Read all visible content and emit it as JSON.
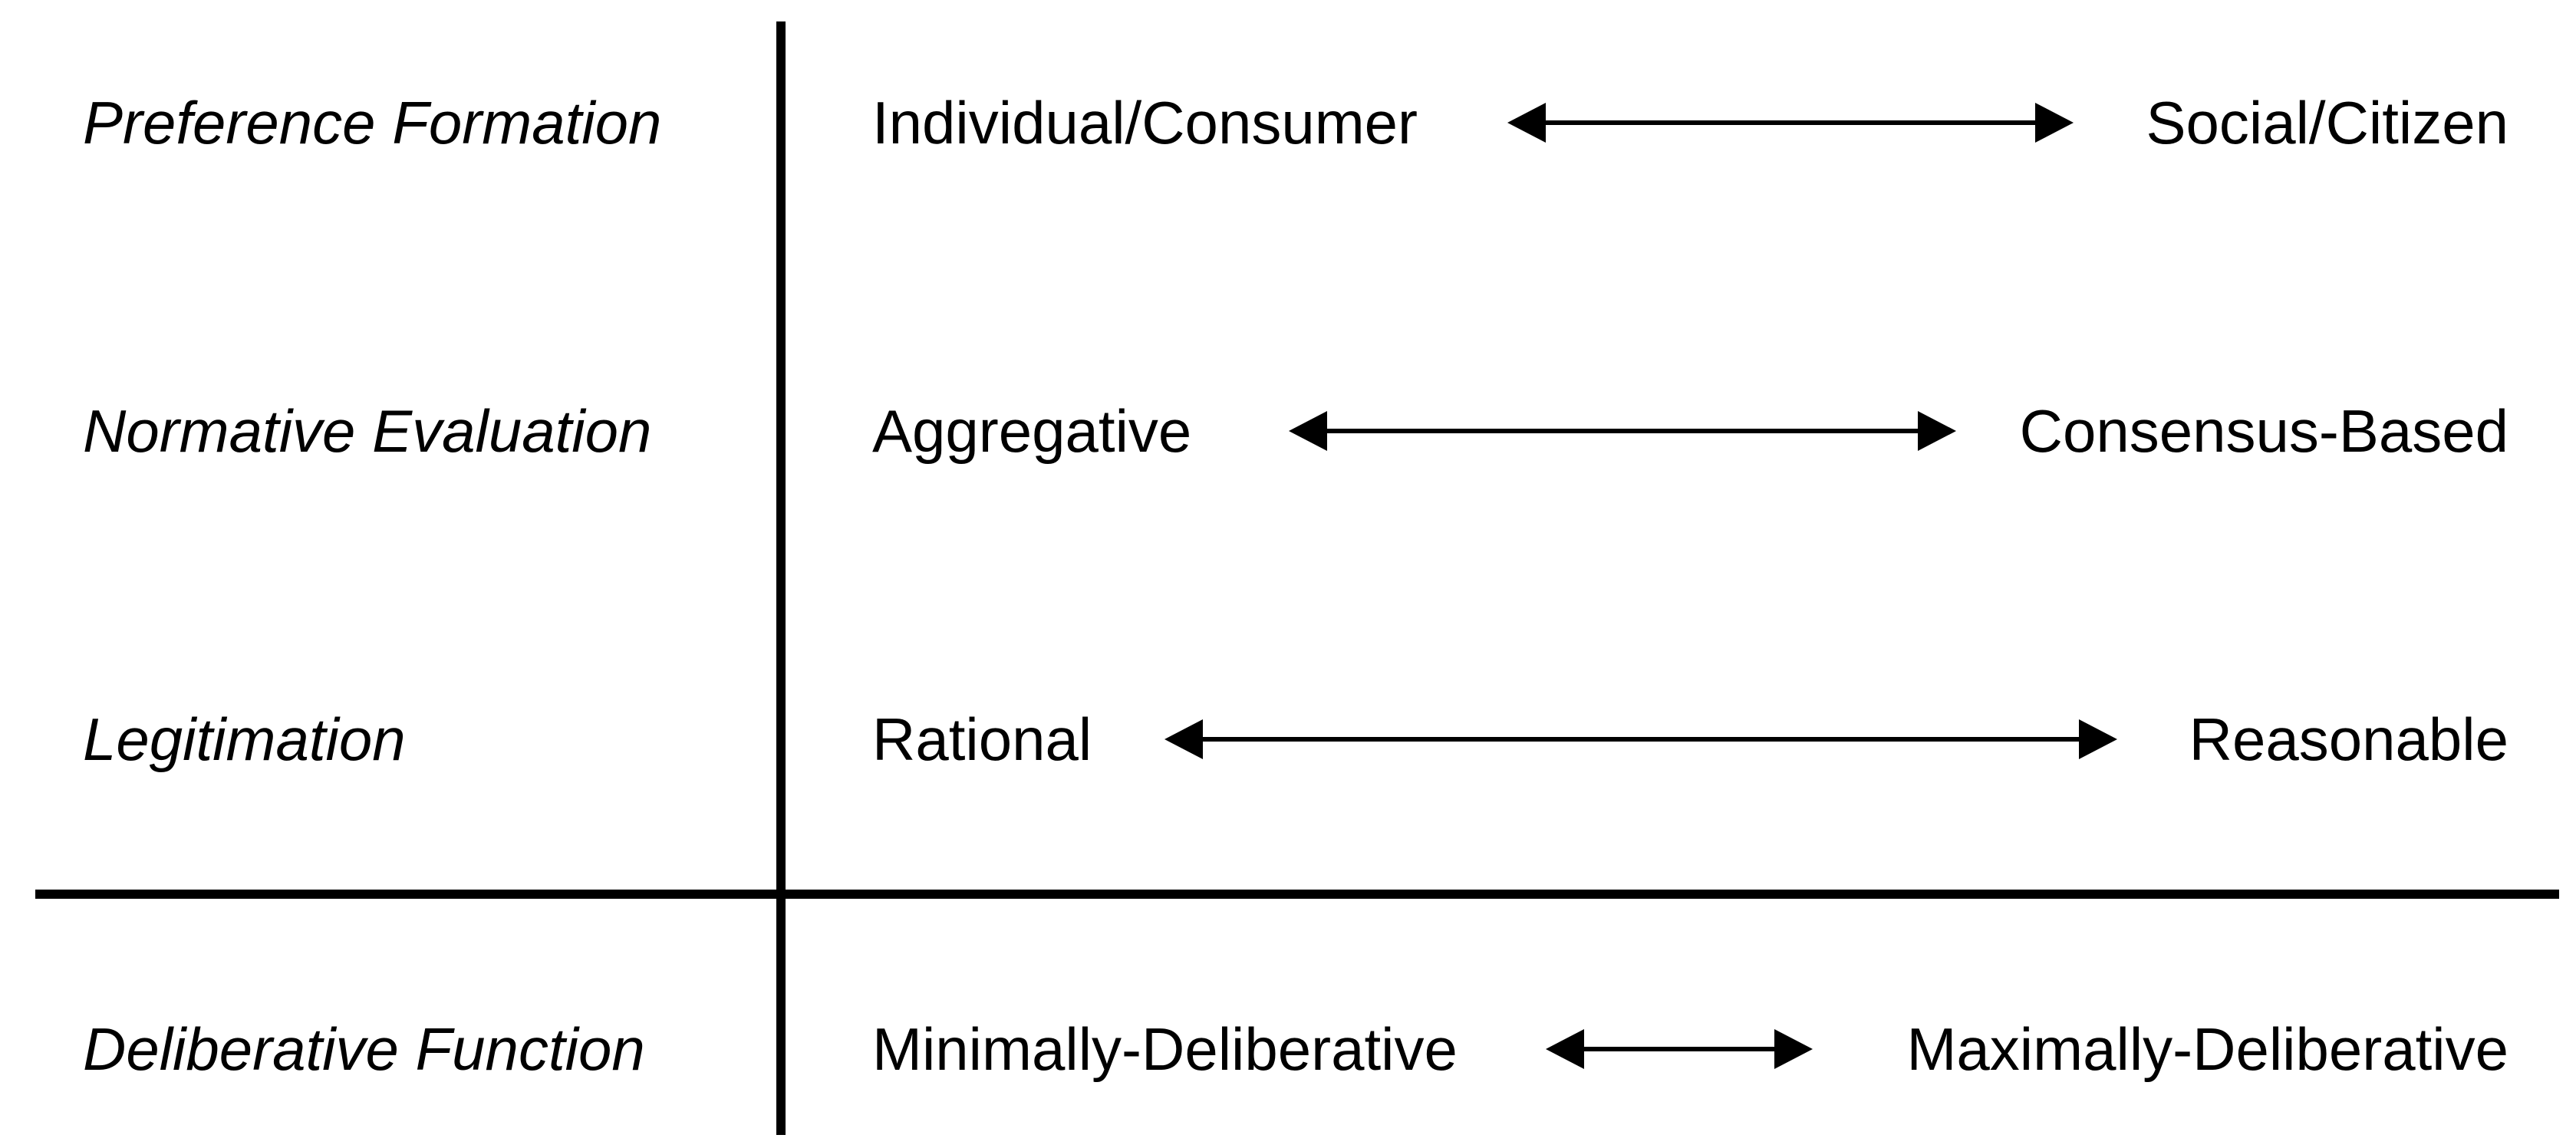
{
  "rows": [
    {
      "dimension": "Preference Formation",
      "left": "Individual/Consumer",
      "right": "Social/Citizen"
    },
    {
      "dimension": "Normative Evaluation",
      "left": "Aggregative",
      "right": "Consensus-Based"
    },
    {
      "dimension": "Legitimation",
      "left": "Rational",
      "right": "Reasonable"
    },
    {
      "dimension": "Deliberative Function",
      "left": "Minimally-Deliberative",
      "right": "Maximally-Deliberative"
    }
  ]
}
